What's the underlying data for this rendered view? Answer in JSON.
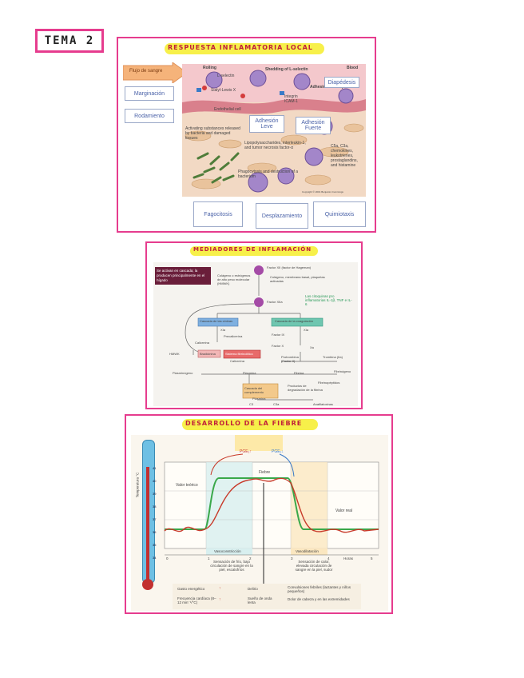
{
  "tema_label": "TEMA 2",
  "section1": {
    "title": "RESPUESTA INFLAMATORIA LOCAL",
    "arrow_label": "Flujo de sangre",
    "side_labels": [
      "Marginación",
      "Rodamiento"
    ],
    "bottom_labels": [
      "Fagocitosis",
      "Desplazamiento",
      "Quimiotaxis"
    ],
    "diagram_labels": {
      "rolling": "Rolling",
      "lselectin": "L-selectin",
      "sialyl": "Sialyl-Lewis X",
      "shedding": "Shedding of L-selectin",
      "blood": "Blood",
      "adhesion": "Adhesion",
      "diapedesis": "Diapedesis",
      "integrin": "Integrin",
      "icam": "ICAM-1",
      "endothelial": "Endothelial cell",
      "diapedesis_box": "Diapédesis",
      "adhesion_leve": "Adhesión Leve",
      "adhesion_fuerte": "Adhesión Fuerte",
      "activating": "Activating substances released by bacteria and damaged tissues",
      "lipopoly": "Lipopolysaccharides, interleukin-1, and tumor necrosis factor-α",
      "c5a": "C5a, C3a, chemokines, leukotrienes, prostaglandins, and histamine",
      "phago": "Phagocytosis and destruction of a bacterium",
      "copyright": "Copyright © 2001 Benjamin Cummings"
    }
  },
  "section2": {
    "title": "MEDIADORES DE INFLAMACIÓN",
    "note": "Se activan en cascada; la producen principalmente en el hígado",
    "green_note": "Las citoquinas pro inflamatorias IL-1β, TNF e IL-6",
    "nodes": {
      "factor12": "Factor XII (factor de Hageman)",
      "colageno": "Colágeno, membrana basal, plaquetas activadas",
      "colageno_left": "Colágeno o estrógenos de alto peso molecular (HMWK)",
      "factor12a": "Factor XIIa",
      "cininas": "Cascada de las cininas",
      "coagulacion": "Cascada de la coagulación",
      "xia_left": "XIa",
      "xia_right": "XIa",
      "precalicreina": "Precalicreína",
      "calicreina": "Calicreína",
      "hmwk": "HMWK",
      "bradicinina": "Bradicinina",
      "sistema": "Sistema fibrinolítico",
      "calicreina2": "Calicreína",
      "factor9": "Factor IX",
      "factor10": "Factor X",
      "xa": "Xa",
      "protrombina": "Protrombina (Factor II)",
      "trombina": "Trombina (IIa)",
      "fibrinogeno": "Fibrinógeno",
      "fibrinopeptidos": "Fibrinopéptidos",
      "plasminogeno": "Plasminógeno",
      "plasmina": "Plasmina",
      "fibrina": "Fibrina",
      "complemento": "Cascada del complemento",
      "productos": "Productos de degradación de la fibrina",
      "plasmina2": "Plasmina",
      "c3": "C3",
      "c3a": "C3a",
      "anafilatoxinas": "Anafilatoxinas"
    }
  },
  "section3": {
    "title": "DESARROLLO DE LA FIEBRE",
    "pge_up": "PGE₂↑",
    "pge_down": "PGE₂↓",
    "fiebre": "Fiebre",
    "valor_teorico": "Valor teórico",
    "valor_real": "Valor real",
    "ylabel": "Temperatura °C",
    "x_ticks": [
      "0",
      "1",
      "2",
      "3",
      "4",
      "5"
    ],
    "horas": "Horas",
    "vasoconstriccion": "Vasoconstricción",
    "vasodilatacion": "Vasodilatación",
    "sensacion_frio": "Sensación de frío, bajo circulación de sangre en la piel, escalofríos",
    "sensacion_calor": "Sensación de calor, elevada circulación de sangre en la piel, sudor",
    "bottom": {
      "gasto": "Gasto energético",
      "frecuencia": "Frecuencia cardíaca (8–12 min⁻¹/°C)",
      "delirio": "Delirio",
      "sueno": "Sueño de onda lenta",
      "convulsiones": "Convulsiones febriles (lactantes y niños pequeños)",
      "dolor": "Dolor de cabeza y en las extremidades"
    },
    "thermo_ticks": [
      "41",
      "40",
      "39",
      "38",
      "37",
      "36",
      "35",
      "34"
    ]
  }
}
